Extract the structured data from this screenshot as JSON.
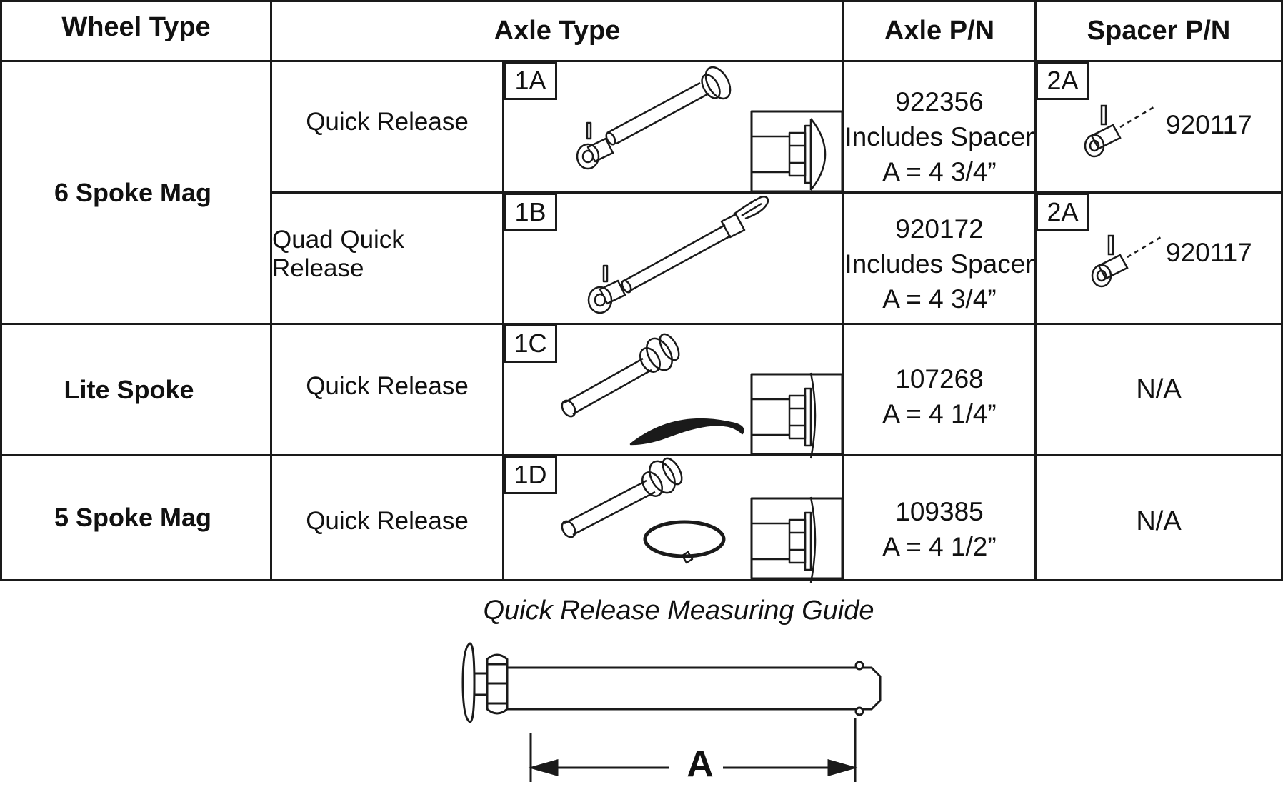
{
  "table": {
    "headers": {
      "wheel_type": "Wheel Type",
      "axle_type": "Axle Type",
      "axle_pn": "Axle P/N",
      "spacer_pn": "Spacer P/N"
    },
    "rows": [
      {
        "wheel": "6 Spoke Mag",
        "axle_type": "Quick Release",
        "tag": "1A",
        "axle_pn": [
          "922356",
          "Includes Spacer",
          "A = 4 3/4”"
        ],
        "spacer_tag": "2A",
        "spacer_pn": "920117",
        "icon": "quick-release-axle-with-spacer-icon"
      },
      {
        "wheel": "",
        "axle_type": "Quad Quick Release",
        "tag": "1B",
        "axle_pn": [
          "920172",
          "Includes Spacer",
          "A = 4 3/4”"
        ],
        "spacer_tag": "2A",
        "spacer_pn": "920117",
        "icon": "quad-quick-release-axle-icon"
      },
      {
        "wheel": "Lite Spoke",
        "axle_type": "Quick Release",
        "tag": "1C",
        "axle_pn": [
          "107268",
          "A = 4 1/4”"
        ],
        "spacer_pn": "N/A",
        "icon": "quick-release-axle-with-clip-icon"
      },
      {
        "wheel": "5 Spoke Mag",
        "axle_type": "Quick Release",
        "tag": "1D",
        "axle_pn": [
          "109385",
          "A = 4 1/2”"
        ],
        "spacer_pn": "N/A",
        "icon": "quick-release-axle-with-ring-icon"
      }
    ]
  },
  "guide": {
    "title": "Quick Release Measuring Guide",
    "dimension_label": "A"
  },
  "colors": {
    "line": "#1a1a1a",
    "background": "#ffffff"
  }
}
